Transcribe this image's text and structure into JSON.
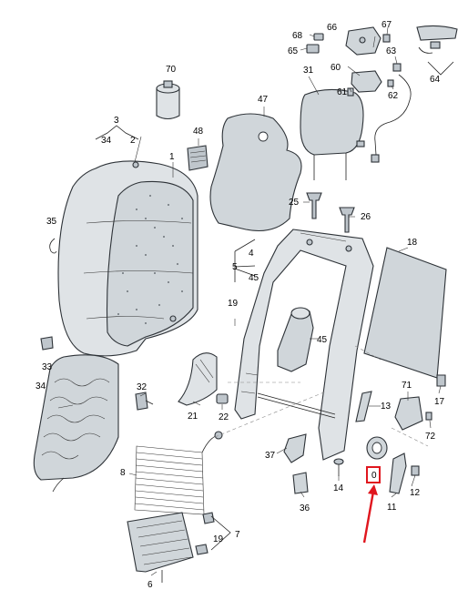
{
  "callouts": {
    "c70": "70",
    "c3": "3",
    "c34a": "34",
    "c2": "2",
    "c48": "48",
    "c1": "1",
    "c35": "35",
    "c33": "33",
    "c34b": "34",
    "c32": "32",
    "c21": "21",
    "c22": "22",
    "c19a": "19",
    "c8": "8",
    "c6": "6",
    "c19b": "19",
    "c7": "7",
    "c47": "47",
    "c4": "4",
    "c5": "5",
    "c45a": "45",
    "c45b": "45",
    "c37": "37",
    "c36": "36",
    "c14": "14",
    "c0": "0",
    "c31": "31",
    "c25": "25",
    "c26": "26",
    "c68": "68",
    "c66": "66",
    "c67": "67",
    "c65": "65",
    "c63": "63",
    "c60": "60",
    "c61": "61",
    "c62": "62",
    "c64": "64",
    "c18": "18",
    "c13": "13",
    "c71": "71",
    "c17": "17",
    "c72": "72",
    "c11": "11",
    "c12": "12"
  },
  "highlight": {
    "target_callout": "0",
    "color": "#e0161e"
  }
}
